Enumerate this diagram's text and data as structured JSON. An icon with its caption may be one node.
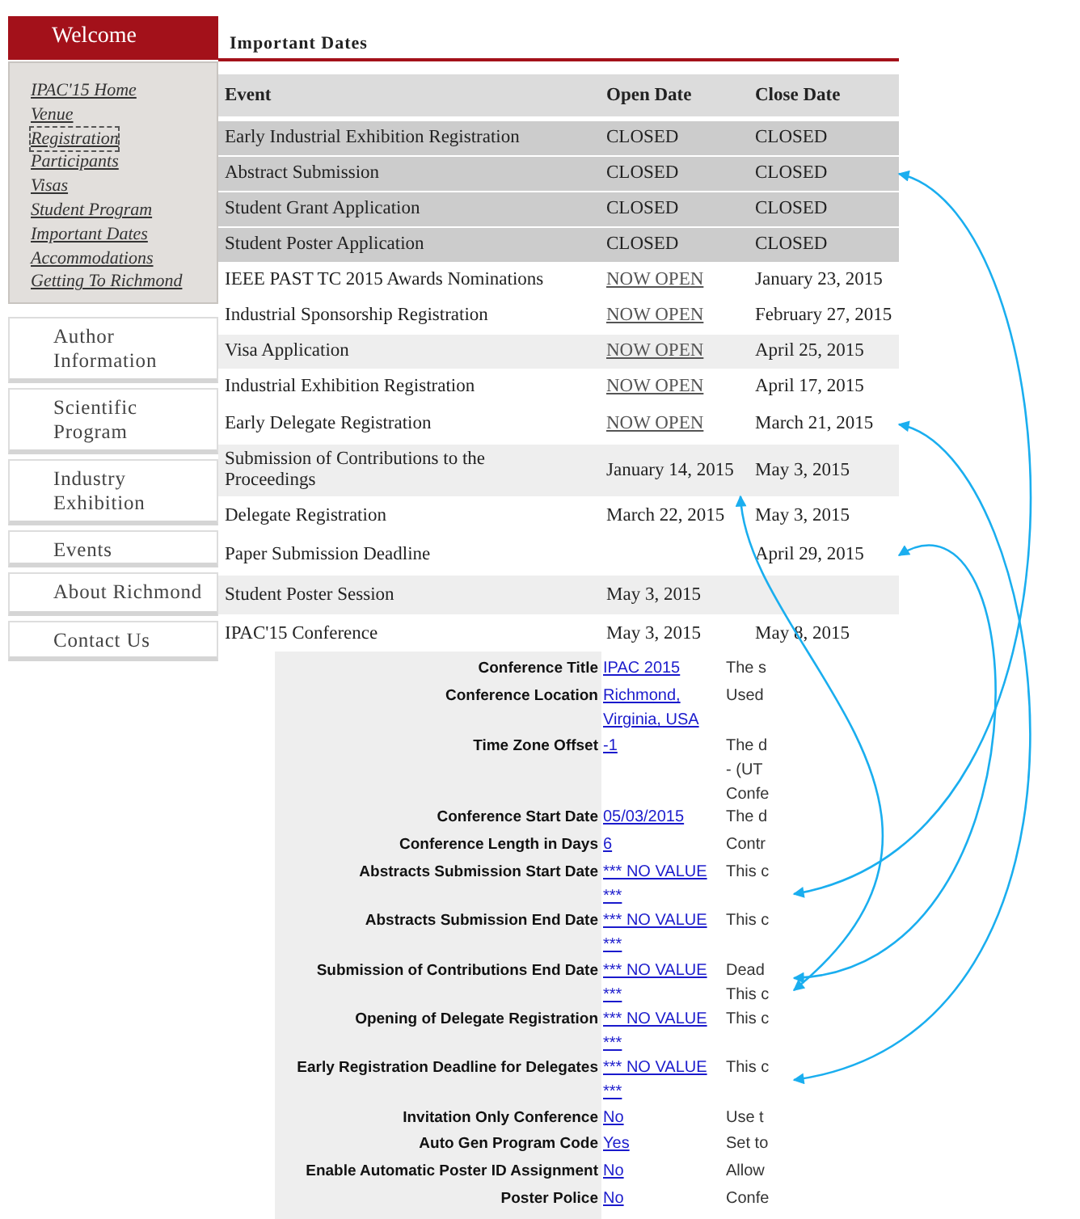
{
  "diagram": {
    "nodes": [
      {
        "text": [
          "CLOSED"
        ]
      },
      {
        "text": [
          "March 21, 2015"
        ]
      },
      {
        "text": [
          "January 14, 2015"
        ]
      },
      {
        "text": [
          "April 29, 2015"
        ]
      },
      {
        "text": [
          "This c"
        ]
      },
      {
        "text": [
          "Dead This c"
        ]
      },
      {
        "text": [
          "This c"
        ]
      }
    ],
    "edges": [
      {
        "from": 0,
        "to": 4,
        "arrow": "both"
      },
      {
        "from": 1,
        "to": 6,
        "arrow": "both"
      },
      {
        "from": 3,
        "to": 5,
        "arrow": "both"
      },
      {
        "from": 2,
        "to": 5,
        "arrow": "both"
      }
    ],
    "labels": [
      "Welcome",
      "IPAC'15 Home",
      "Venue",
      "Registration",
      "Participants",
      "Visas",
      "Student Program",
      "Important Dates",
      "Accommodations",
      "Getting To Richmond",
      "Author Information",
      "Scientific Program",
      "Industry Exhibition",
      "Events",
      "About Richmond",
      "Contact Us",
      "Important Dates",
      "Event",
      "Open Date",
      "Close Date",
      "Early Industrial Exhibition Registration",
      "CLOSED",
      "CLOSED",
      "Abstract Submission",
      "CLOSED",
      "Student Grant Application",
      "CLOSED",
      "CLOSED",
      "Student Poster Application",
      "CLOSED",
      "CLOSED",
      "IEEE PAST TC 2015 Awards Nominations",
      "NOW OPEN",
      "January 23, 2015",
      "Industrial Sponsorship Registration",
      "NOW OPEN",
      "February 27, 2015",
      "Visa Application",
      "NOW OPEN",
      "April 25, 2015",
      "Industrial Exhibition Registration",
      "NOW OPEN",
      "April 17, 2015",
      "Early Delegate Registration",
      "NOW OPEN",
      "Submission of Contributions to the Proceedings",
      "May 3, 2015",
      "Delegate Registration",
      "March 22, 2015",
      "May 3, 2015",
      "Paper Submission Deadline",
      "Student Poster Session",
      "May 3, 2015",
      "IPAC'15 Conference",
      "May 3, 2015",
      "May 8, 2015",
      "Conference Title",
      "IPAC 2015",
      "The s",
      "Conference Location",
      "Richmond, Virginia, USA",
      "Used",
      "Time Zone Offset",
      "-1",
      "The d - (UT Confe",
      "Conference Start Date",
      "05/03/2015",
      "The d",
      "Conference Length in Days",
      "6",
      "Contr",
      "Abstracts Submission Start Date",
      "*** NO VALUE ***",
      "Abstracts Submission End Date",
      "*** NO VALUE ***",
      "This c",
      "Submission of Contributions End Date",
      "*** NO VALUE ***",
      "Opening of Delegate Registration",
      "*** NO VALUE ***",
      "This c",
      "Early Registration Deadline for Delegates",
      "*** NO VALUE ***",
      "Invitation Only Conference",
      "No",
      "Use t",
      "Auto Gen Program Code",
      "Yes",
      "Set to",
      "Enable Automatic Poster ID Assignment",
      "No",
      "Allow",
      "Poster Police",
      "No",
      "Confe"
    ]
  }
}
